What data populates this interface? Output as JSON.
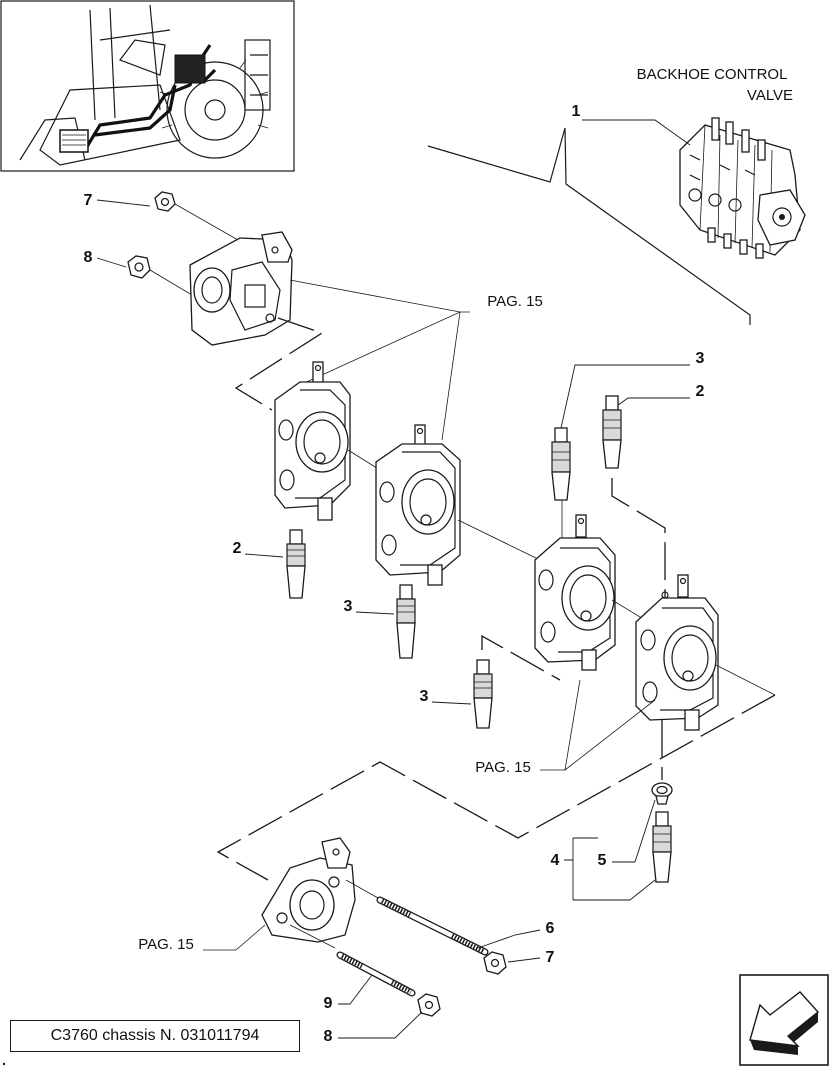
{
  "title": {
    "line1": "BACKHOE CONTROL",
    "line2": "VALVE"
  },
  "callouts": {
    "c1": "1",
    "c2a": "2",
    "c2b": "2",
    "c3a": "3",
    "c3b": "3",
    "c3c": "3",
    "c4": "4",
    "c5": "5",
    "c6": "6",
    "c7a": "7",
    "c7b": "7",
    "c8a": "8",
    "c8b": "8",
    "c9": "9"
  },
  "page_refs": {
    "top": "PAG. 15",
    "middle": "PAG. 15",
    "bottom": "PAG. 15"
  },
  "footer": {
    "chassis": "C3760 chassis N. 031011794"
  },
  "icons": {
    "navigation": "arrow-left-down-icon",
    "location_view": "tractor-location-icon"
  },
  "colors": {
    "ink": "#1a1a1a",
    "paper": "#ffffff"
  }
}
